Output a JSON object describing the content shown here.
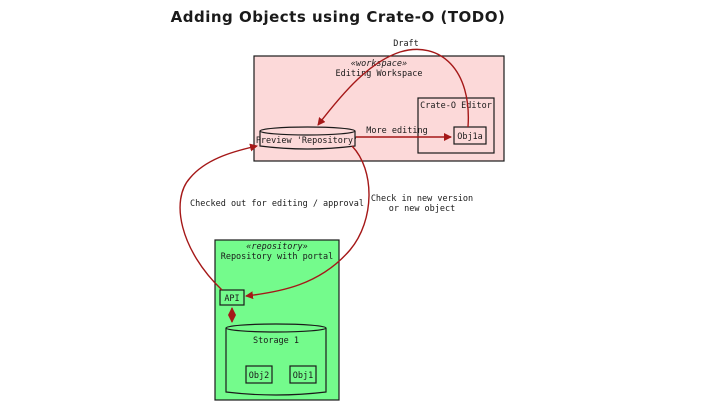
{
  "title": "Adding Objects using Crate-O (TODO)",
  "workspace": {
    "stereotype": "«workspace»",
    "name": "Editing Workspace",
    "fill": "#fcd9d9",
    "preview_repo": "Preview 'Repository'",
    "editor": {
      "title": "Crate-O Editor",
      "object": "Obj1a"
    }
  },
  "repository": {
    "stereotype": "«repository»",
    "name": "Repository with portal",
    "fill": "#74fb8c",
    "api": "API",
    "storage": {
      "name": "Storage 1",
      "objects": [
        "Obj2",
        "Obj1"
      ]
    }
  },
  "edges": {
    "draft": "Draft",
    "more_editing": "More editing",
    "checked_out": "Checked out for editing / approval",
    "check_in_line1": "Check in new version",
    "check_in_line2": "or new object"
  },
  "colors": {
    "arrow": "#a51818",
    "stroke": "#1a1a1a"
  }
}
